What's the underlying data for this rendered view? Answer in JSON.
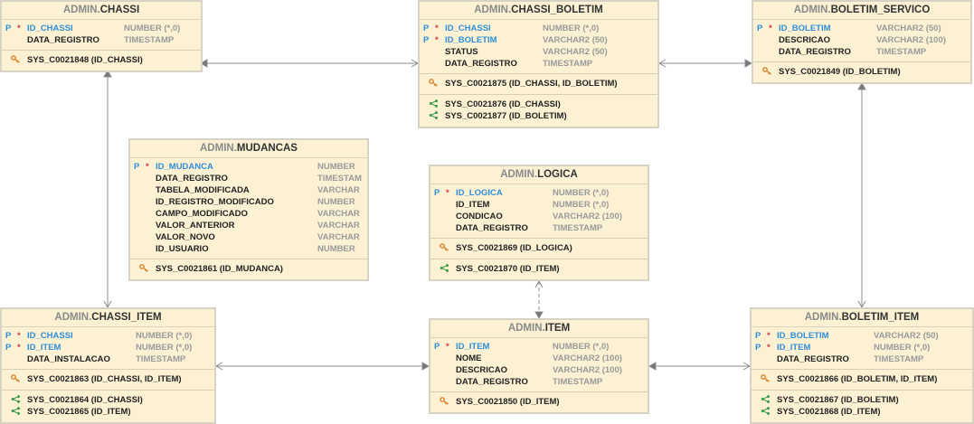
{
  "tables": [
    {
      "id": "chassi",
      "schema": "ADMIN.",
      "name": "CHASSI",
      "columns": [
        {
          "pk": "P",
          "req": "*",
          "name": "ID_CHASSI",
          "type": "NUMBER (*,0)"
        },
        {
          "pk": "",
          "req": "",
          "name": "DATA_REGISTRO",
          "type": "TIMESTAMP"
        }
      ],
      "keys": [
        "SYS_C0021848 (ID_CHASSI)"
      ],
      "fks": []
    },
    {
      "id": "chassi_boletim",
      "schema": "ADMIN.",
      "name": "CHASSI_BOLETIM",
      "columns": [
        {
          "pk": "P",
          "req": "*",
          "name": "ID_CHASSI",
          "type": "NUMBER (*,0)"
        },
        {
          "pk": "P",
          "req": "*",
          "name": "ID_BOLETIM",
          "type": "VARCHAR2 (50)"
        },
        {
          "pk": "",
          "req": "",
          "name": "STATUS",
          "type": "VARCHAR2 (50)"
        },
        {
          "pk": "",
          "req": "",
          "name": "DATA_REGISTRO",
          "type": "TIMESTAMP"
        }
      ],
      "keys": [
        "SYS_C0021875 (ID_CHASSI, ID_BOLETIM)"
      ],
      "fks": [
        "SYS_C0021876 (ID_CHASSI)",
        "SYS_C0021877 (ID_BOLETIM)"
      ]
    },
    {
      "id": "boletim_servico",
      "schema": "ADMIN.",
      "name": "BOLETIM_SERVICO",
      "columns": [
        {
          "pk": "P",
          "req": "*",
          "name": "ID_BOLETIM",
          "type": "VARCHAR2 (50)"
        },
        {
          "pk": "",
          "req": "",
          "name": "DESCRICAO",
          "type": "VARCHAR2 (100)"
        },
        {
          "pk": "",
          "req": "",
          "name": "DATA_REGISTRO",
          "type": "TIMESTAMP"
        }
      ],
      "keys": [
        "SYS_C0021849 (ID_BOLETIM)"
      ],
      "fks": []
    },
    {
      "id": "mudancas",
      "schema": "ADMIN.",
      "name": "MUDANCAS",
      "columns": [
        {
          "pk": "P",
          "req": "*",
          "name": "ID_MUDANCA",
          "type": "NUMBER"
        },
        {
          "pk": "",
          "req": "",
          "name": "DATA_REGISTRO",
          "type": "TIMESTAM"
        },
        {
          "pk": "",
          "req": "",
          "name": "TABELA_MODIFICADA",
          "type": "VARCHAR"
        },
        {
          "pk": "",
          "req": "",
          "name": "ID_REGISTRO_MODIFICADO",
          "type": "NUMBER"
        },
        {
          "pk": "",
          "req": "",
          "name": "CAMPO_MODIFICADO",
          "type": "VARCHAR"
        },
        {
          "pk": "",
          "req": "",
          "name": "VALOR_ANTERIOR",
          "type": "VARCHAR"
        },
        {
          "pk": "",
          "req": "",
          "name": "VALOR_NOVO",
          "type": "VARCHAR"
        },
        {
          "pk": "",
          "req": "",
          "name": "ID_USUARIO",
          "type": "NUMBER"
        }
      ],
      "keys": [
        "SYS_C0021861 (ID_MUDANCA)"
      ],
      "fks": []
    },
    {
      "id": "logica",
      "schema": "ADMIN.",
      "name": "LOGICA",
      "columns": [
        {
          "pk": "P",
          "req": "*",
          "name": "ID_LOGICA",
          "type": "NUMBER (*,0)"
        },
        {
          "pk": "",
          "req": "",
          "name": "ID_ITEM",
          "type": "NUMBER (*,0)"
        },
        {
          "pk": "",
          "req": "",
          "name": "CONDICAO",
          "type": "VARCHAR2 (100)"
        },
        {
          "pk": "",
          "req": "",
          "name": "DATA_REGISTRO",
          "type": "TIMESTAMP"
        }
      ],
      "keys": [
        "SYS_C0021869 (ID_LOGICA)"
      ],
      "fks": [
        "SYS_C0021870 (ID_ITEM)"
      ]
    },
    {
      "id": "chassi_item",
      "schema": "ADMIN.",
      "name": "CHASSI_ITEM",
      "columns": [
        {
          "pk": "P",
          "req": "*",
          "name": "ID_CHASSI",
          "type": "NUMBER (*,0)"
        },
        {
          "pk": "P",
          "req": "*",
          "name": "ID_ITEM",
          "type": "NUMBER (*,0)"
        },
        {
          "pk": "",
          "req": "",
          "name": "DATA_INSTALACAO",
          "type": "TIMESTAMP"
        }
      ],
      "keys": [
        "SYS_C0021863 (ID_CHASSI, ID_ITEM)"
      ],
      "fks": [
        "SYS_C0021864 (ID_CHASSI)",
        "SYS_C0021865 (ID_ITEM)"
      ]
    },
    {
      "id": "item",
      "schema": "ADMIN.",
      "name": "ITEM",
      "columns": [
        {
          "pk": "P",
          "req": "*",
          "name": "ID_ITEM",
          "type": "NUMBER (*,0)"
        },
        {
          "pk": "",
          "req": "",
          "name": "NOME",
          "type": "VARCHAR2 (100)"
        },
        {
          "pk": "",
          "req": "",
          "name": "DESCRICAO",
          "type": "VARCHAR2 (100)"
        },
        {
          "pk": "",
          "req": "",
          "name": "DATA_REGISTRO",
          "type": "TIMESTAMP"
        }
      ],
      "keys": [
        "SYS_C0021850 (ID_ITEM)"
      ],
      "fks": []
    },
    {
      "id": "boletim_item",
      "schema": "ADMIN.",
      "name": "BOLETIM_ITEM",
      "columns": [
        {
          "pk": "P",
          "req": "*",
          "name": "ID_BOLETIM",
          "type": "VARCHAR2 (50)"
        },
        {
          "pk": "P",
          "req": "*",
          "name": "ID_ITEM",
          "type": "NUMBER (*,0)"
        },
        {
          "pk": "",
          "req": "",
          "name": "DATA_REGISTRO",
          "type": "TIMESTAMP"
        }
      ],
      "keys": [
        "SYS_C0021866 (ID_BOLETIM, ID_ITEM)"
      ],
      "fks": [
        "SYS_C0021867 (ID_BOLETIM)",
        "SYS_C0021868 (ID_ITEM)"
      ]
    }
  ],
  "colors": {
    "table_bg": "#fdf1d3",
    "pk_blue": "#2f8fd8",
    "required_red": "#d13b3b",
    "type_gray": "#9a9a9a",
    "line_gray": "#8c8c8c"
  },
  "icons": {
    "primary_key": "key-icon",
    "foreign_key": "fk-share-icon"
  }
}
